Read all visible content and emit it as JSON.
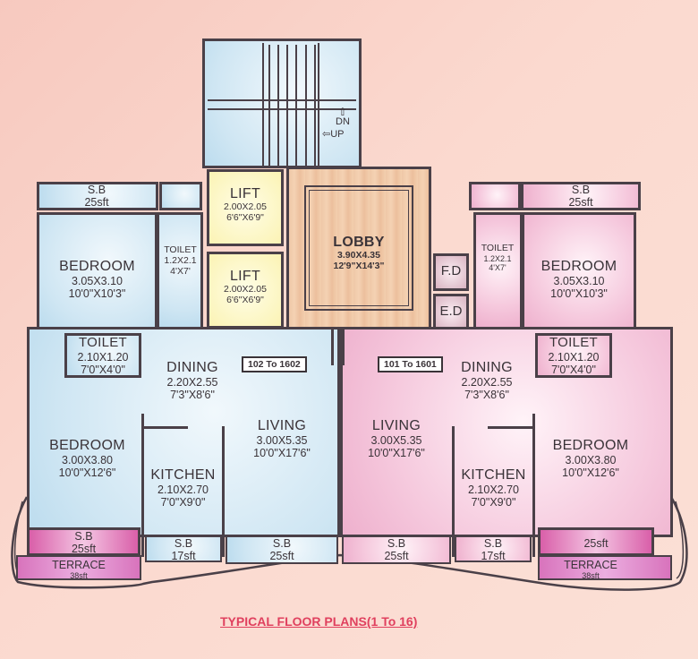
{
  "title": "TYPICAL FLOOR PLANS(1 To 16)",
  "colors": {
    "left_flat": "#cfe6f3",
    "right_flat": "#f5c7dc",
    "lift": "#fbf3b4",
    "lobby": "#efc7a7",
    "shaft": "#d9b3c1",
    "terrace": "#d95fa9",
    "wall": "#4a4048",
    "title": "#e0405e",
    "background": "#f9d4ca"
  },
  "core": {
    "stair": {
      "dn_label": "DN",
      "up_label": "UP"
    },
    "lift1": {
      "name": "LIFT",
      "metric": "2.00X2.05",
      "imperial": "6'6\"X6'9\""
    },
    "lift2": {
      "name": "LIFT",
      "metric": "2.00X2.05",
      "imperial": "6'6\"X6'9\""
    },
    "lobby": {
      "name": "LOBBY",
      "metric": "3.90X4.35",
      "imperial": "12'9\"X14'3\""
    },
    "fd": "F.D",
    "ed": "E.D"
  },
  "left_flat": {
    "tag": "102 To 1602",
    "sb_top": {
      "name": "S.B",
      "area": "25sft"
    },
    "bedroom1": {
      "name": "BEDROOM",
      "metric": "3.05X3.10",
      "imperial": "10'0\"X10'3\""
    },
    "toilet_small": {
      "name": "TOILET",
      "metric": "1.2X2.1",
      "imperial": "4'X7'"
    },
    "toilet": {
      "name": "TOILET",
      "metric": "2.10X1.20",
      "imperial": "7'0\"X4'0\""
    },
    "dining": {
      "name": "DINING",
      "metric": "2.20X2.55",
      "imperial": "7'3\"X8'6\""
    },
    "bedroom2": {
      "name": "BEDROOM",
      "metric": "3.00X3.80",
      "imperial": "10'0\"X12'6\""
    },
    "kitchen": {
      "name": "KITCHEN",
      "metric": "2.10X2.70",
      "imperial": "7'0\"X9'0\""
    },
    "living": {
      "name": "LIVING",
      "metric": "3.00X5.35",
      "imperial": "10'0\"X17'6\""
    },
    "sb_bed": {
      "name": "S.B",
      "area": "25sft"
    },
    "terrace": {
      "name": "TERRACE",
      "area": "38sft"
    },
    "sb_kitchen": {
      "name": "S.B",
      "area": "17sft"
    },
    "sb_living": {
      "name": "S.B",
      "area": "25sft"
    }
  },
  "right_flat": {
    "tag": "101 To 1601",
    "sb_top": {
      "name": "S.B",
      "area": "25sft"
    },
    "bedroom1": {
      "name": "BEDROOM",
      "metric": "3.05X3.10",
      "imperial": "10'0\"X10'3\""
    },
    "toilet_small": {
      "name": "TOILET",
      "metric": "1.2X2.1",
      "imperial": "4'X7'"
    },
    "toilet": {
      "name": "TOILET",
      "metric": "2.10X1.20",
      "imperial": "7'0\"X4'0\""
    },
    "dining": {
      "name": "DINING",
      "metric": "2.20X2.55",
      "imperial": "7'3\"X8'6\""
    },
    "bedroom2": {
      "name": "BEDROOM",
      "metric": "3.00X3.80",
      "imperial": "10'0\"X12'6\""
    },
    "kitchen": {
      "name": "KITCHEN",
      "metric": "2.10X2.70",
      "imperial": "7'0\"X9'0\""
    },
    "living": {
      "name": "LIVING",
      "metric": "3.00X5.35",
      "imperial": "10'0\"X17'6\""
    },
    "sb_bed": {
      "area": "25sft"
    },
    "terrace": {
      "name": "TERRACE",
      "area": "38sft"
    },
    "sb_kitchen": {
      "name": "S.B",
      "area": "17sft"
    },
    "sb_living": {
      "name": "S.B",
      "area": "25sft"
    }
  }
}
